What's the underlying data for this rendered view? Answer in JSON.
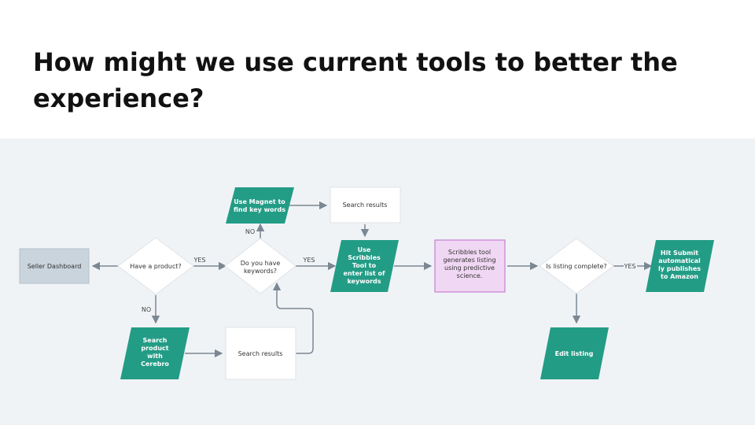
{
  "slide": {
    "title": "How might we use current tools to better the experience?"
  },
  "colors": {
    "teal": "#239c86",
    "rect_border": "#dfe3e7",
    "dashboard_fill": "#c9d4dc",
    "scribbles_fill": "#f0d7f3",
    "scribbles_border": "#c57fd1",
    "arrow": "#7b8793",
    "background": "#f0f3f6"
  },
  "flowchart": {
    "nodes": {
      "seller_dashboard": [
        "Seller Dashboard"
      ],
      "have_product": [
        "Have a product?"
      ],
      "have_keywords": [
        "Do you have",
        "keywords?"
      ],
      "use_magnet": [
        "Use Magnet to",
        "find key words"
      ],
      "search_results_top": [
        "Search results"
      ],
      "use_scribbles": [
        "Use",
        "Scribbles",
        "Tool to",
        "enter list of",
        "keywords"
      ],
      "scribbles_generates": [
        "Scribbles tool",
        "generates listing",
        "using predictive",
        "science."
      ],
      "listing_complete": [
        "Is listing complete?"
      ],
      "hit_submit": [
        "Hit Submit",
        "automatical",
        "ly publishes",
        "to Amazon"
      ],
      "search_cerebro": [
        "Search",
        "product",
        "with",
        "Cerebro"
      ],
      "search_results_bottom": [
        "Search results"
      ],
      "edit_listing": [
        "Edit listing"
      ]
    },
    "edge_labels": {
      "yes_1": "YES",
      "yes_2": "YES",
      "yes_3": "YES",
      "no_1": "NO",
      "no_2": "NO"
    }
  }
}
